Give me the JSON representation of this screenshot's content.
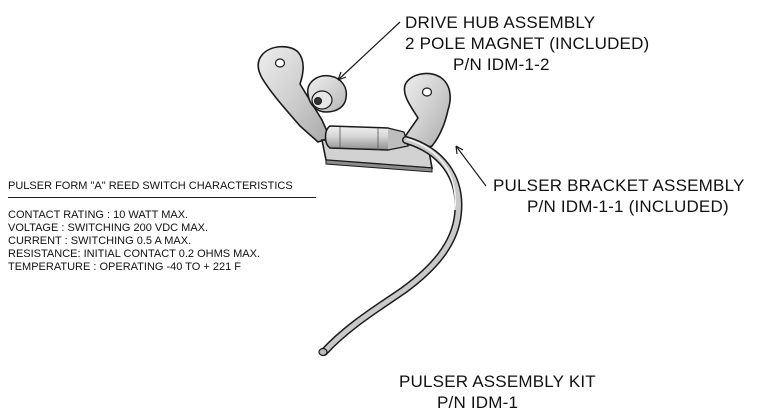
{
  "callouts": {
    "drive_hub": {
      "line1": "DRIVE HUB ASSEMBLY",
      "line2": "2 POLE MAGNET  (INCLUDED)",
      "line3": "P/N IDM-1-2"
    },
    "pulser_bracket": {
      "line1": "PULSER BRACKET ASSEMBLY",
      "line2": "P/N IDM-1-1  (INCLUDED)"
    },
    "kit": {
      "line1": "PULSER ASSEMBLY KIT",
      "line2": "P/N IDM-1"
    }
  },
  "specs": {
    "title": "PULSER FORM \"A\" REED SWITCH CHARACTERISTICS",
    "lines": [
      "CONTACT RATING :  10 WATT MAX.",
      "VOLTAGE :  SWITCHING  200 VDC MAX.",
      "CURRENT :  SWITCHING  0.5 A MAX.",
      "RESISTANCE: INITIAL CONTACT  0.2 OHMS MAX.",
      "TEMPERATURE : OPERATING -40 TO + 221 F"
    ]
  },
  "colors": {
    "metal_fill": "#d9d9d9",
    "metal_shade": "#9a9a9a",
    "outline": "#1a1a1a",
    "text": "#111111"
  }
}
